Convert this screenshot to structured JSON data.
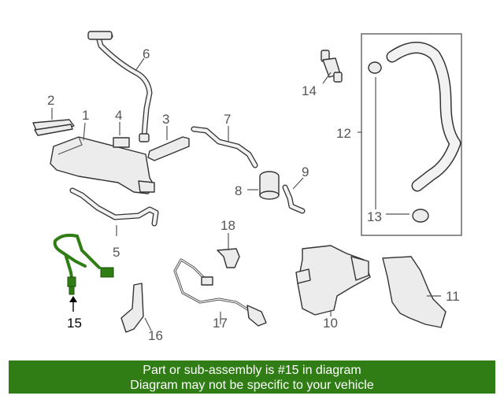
{
  "diagram": {
    "callouts": [
      "1",
      "2",
      "3",
      "4",
      "5",
      "6",
      "7",
      "8",
      "9",
      "10",
      "11",
      "12",
      "13",
      "14",
      "15",
      "16",
      "17",
      "18"
    ],
    "highlighted": "15",
    "highlight_color": "#2f7d14"
  },
  "footer": {
    "line1": "Part or sub-assembly is #15 in diagram",
    "line2": "Diagram may not be specific to your vehicle",
    "bg_color": "#2f7d14"
  }
}
